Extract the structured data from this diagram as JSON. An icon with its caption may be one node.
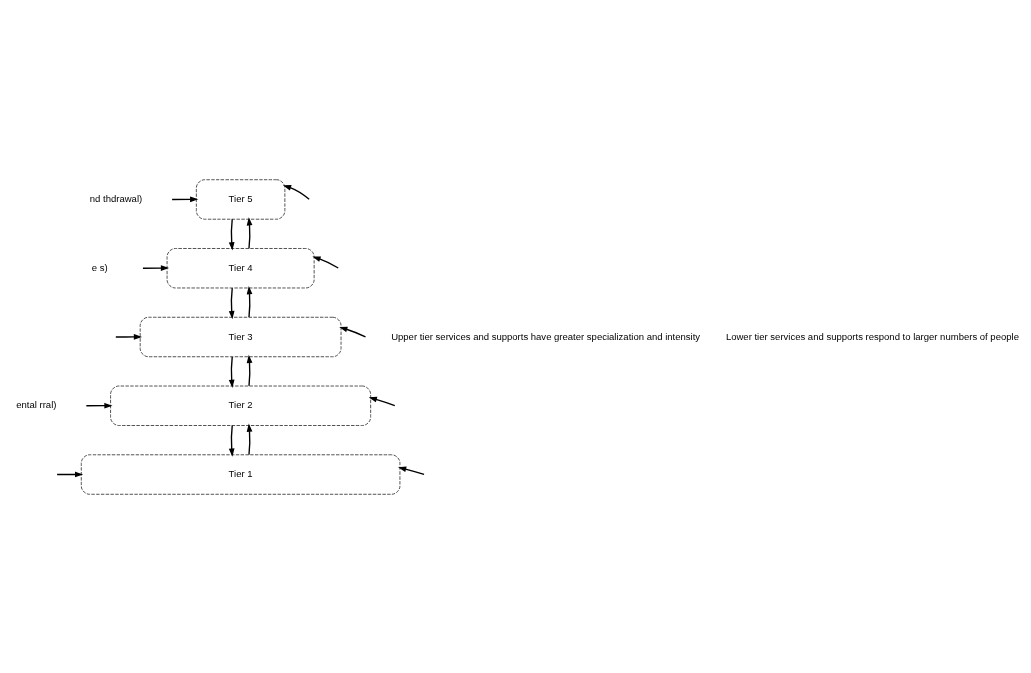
{
  "diagram": {
    "nodes": [
      {
        "text": [
          "Tier 5"
        ]
      },
      {
        "text": [
          "Tier 4"
        ]
      },
      {
        "text": [
          "Tier 3"
        ]
      },
      {
        "text": [
          "Tier 2"
        ]
      },
      {
        "text": [
          "Tier 1"
        ]
      }
    ],
    "edges": [
      {
        "from": 1,
        "to": 0,
        "arrow": "to"
      },
      {
        "from": 0,
        "to": 1,
        "arrow": "to"
      },
      {
        "from": 2,
        "to": 1,
        "arrow": "to"
      },
      {
        "from": 1,
        "to": 2,
        "arrow": "to"
      },
      {
        "from": 3,
        "to": 2,
        "arrow": "to"
      },
      {
        "from": 2,
        "to": 3,
        "arrow": "to"
      },
      {
        "from": 4,
        "to": 3,
        "arrow": "to"
      },
      {
        "from": 3,
        "to": 4,
        "arrow": "to"
      },
      {
        "from": null,
        "to": 0,
        "arrow": "to"
      },
      {
        "from": null,
        "to": 0,
        "arrow": "to"
      },
      {
        "from": null,
        "to": 1,
        "arrow": "to"
      },
      {
        "from": null,
        "to": 1,
        "arrow": "to"
      },
      {
        "from": null,
        "to": 2,
        "arrow": "to"
      },
      {
        "from": null,
        "to": 2,
        "arrow": "to"
      },
      {
        "from": null,
        "to": 3,
        "arrow": "to"
      },
      {
        "from": null,
        "to": 3,
        "arrow": "to"
      },
      {
        "from": null,
        "to": 4,
        "arrow": "to"
      },
      {
        "from": null,
        "to": 4,
        "arrow": "to"
      }
    ],
    "labels": [
      "nd thdrawal)",
      "e s)",
      "ental rral)",
      "Upper tier services and supports have greater specialization and intensity",
      "Lower tier services and supports respond to larger numbers of people"
    ]
  }
}
